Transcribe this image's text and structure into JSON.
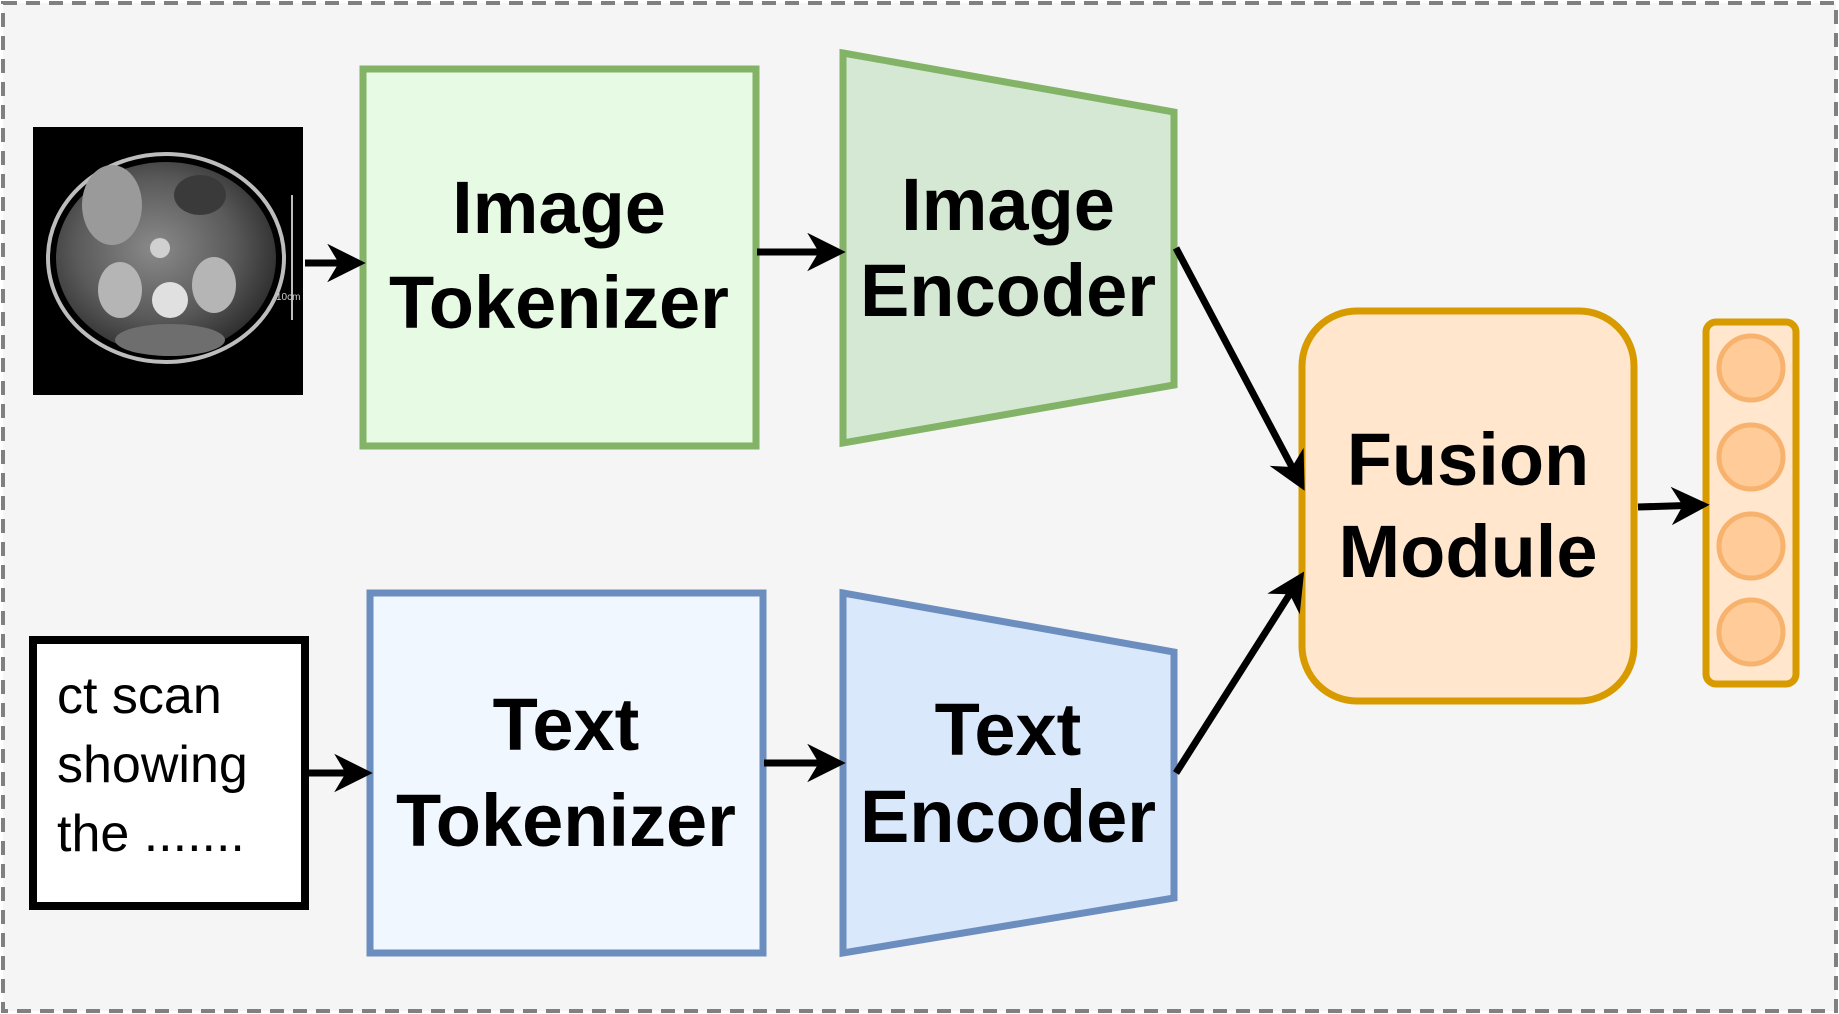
{
  "input_text": [
    "ct scan",
    "showing",
    "the ......."
  ],
  "image_tokenizer": [
    "Image",
    "Tokenizer"
  ],
  "image_encoder": [
    "Image",
    "Encoder"
  ],
  "text_tokenizer": [
    "Text",
    "Tokenizer"
  ],
  "text_encoder": [
    "Text",
    "Encoder"
  ],
  "fusion_module": [
    "Fusion",
    "Module"
  ],
  "output_units": 4,
  "colors": {
    "background": "#f5f5f5",
    "border_dash": "#808080",
    "green_stroke": "#82b366",
    "green_light": "#e6fae4",
    "green_fill": "#d5e8d4",
    "blue_stroke": "#6c8ebf",
    "blue_light": "#f1f7ff",
    "blue_fill": "#dae8fc",
    "orange_stroke": "#d79b00",
    "orange_fill": "#ffe6cc",
    "node_fill": "#ffcc99",
    "node_stroke": "#f7b26e"
  }
}
